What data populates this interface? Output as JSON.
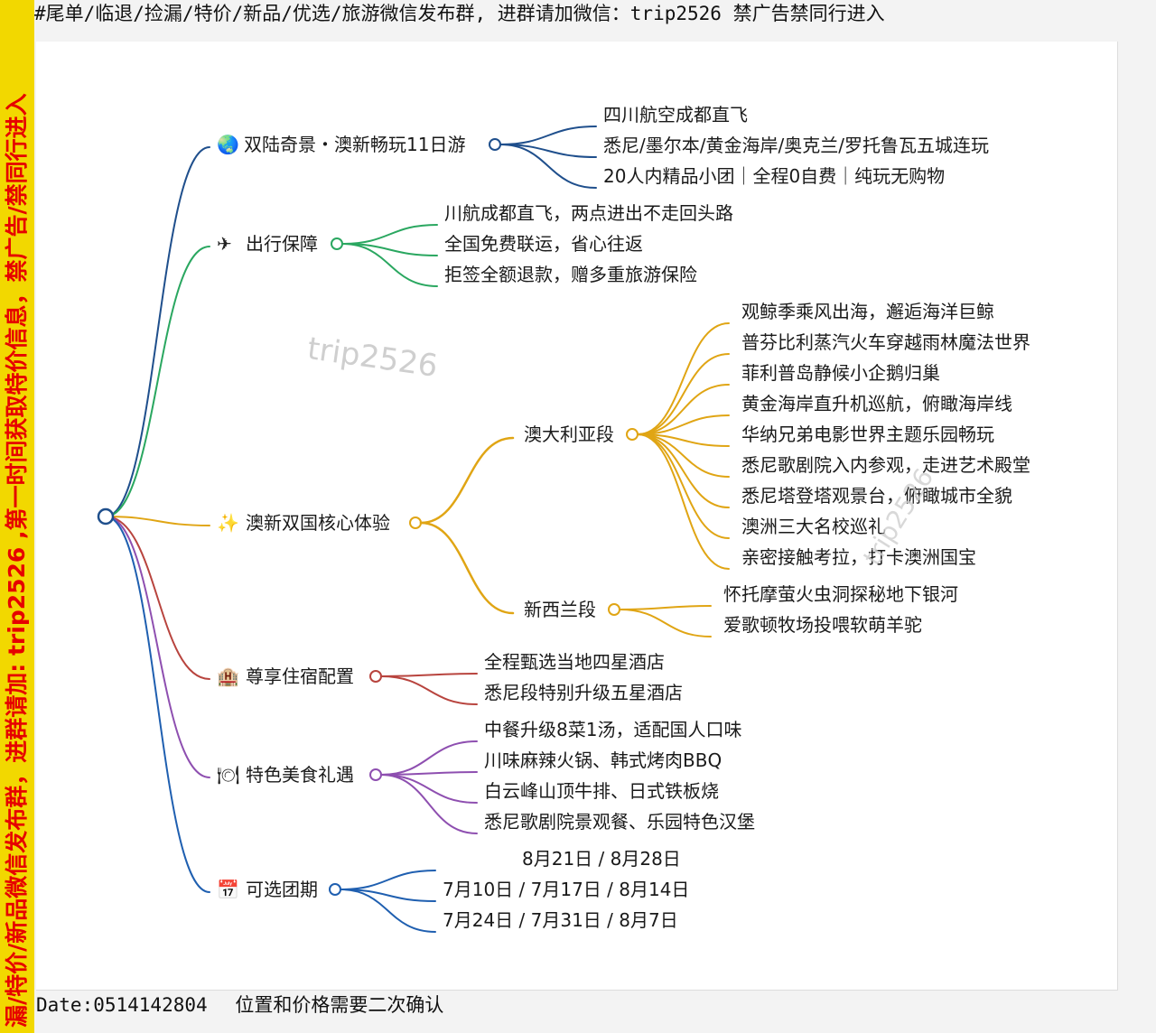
{
  "banner_top": "#尾单/临退/捡漏/特价/新品/优选/旅游微信发布群, 进群请加微信：trip2526 禁广告禁同行进入",
  "banner_side": "漏/特价/新品微信发布群，进群请加: trip2526 ,第一时间获取特价信息，禁广告/禁同行进入",
  "watermarks": [
    "trip2526",
    "trip2526"
  ],
  "footer": {
    "date": "Date:0514142804",
    "note": "位置和价格需要二次确认"
  },
  "mindmap": {
    "branches": [
      {
        "id": "b1",
        "icon": "globe-icon",
        "glyph": "🌏",
        "label": "双陆奇景・澳新畅玩11日游",
        "color": "#1f4f8c",
        "children": [
          "四川航空成都直飞",
          "悉尼/墨尔本/黄金海岸/奥克兰/罗托鲁瓦五城连玩",
          "20人内精品小团｜全程0自费｜纯玩无购物"
        ]
      },
      {
        "id": "b2",
        "icon": "airplane-icon",
        "glyph": "✈",
        "label": "出行保障",
        "color": "#2aa760",
        "children": [
          "川航成都直飞，两点进出不走回头路",
          "全国免费联运，省心往返",
          "拒签全额退款，赠多重旅游保险"
        ]
      },
      {
        "id": "b3",
        "icon": "sparkles-icon",
        "glyph": "✨",
        "label": "澳新双国核心体验",
        "color": "#e0a514",
        "subgroups": [
          {
            "label": "澳大利亚段",
            "children": [
              "观鲸季乘风出海，邂逅海洋巨鲸",
              "普芬比利蒸汽火车穿越雨林魔法世界",
              "菲利普岛静候小企鹅归巢",
              "黄金海岸直升机巡航，俯瞰海岸线",
              "华纳兄弟电影世界主题乐园畅玩",
              "悉尼歌剧院入内参观，走进艺术殿堂",
              "悉尼塔登塔观景台，俯瞰城市全貌",
              "澳洲三大名校巡礼",
              "亲密接触考拉，打卡澳洲国宝"
            ]
          },
          {
            "label": "新西兰段",
            "children": [
              "怀托摩萤火虫洞探秘地下银河",
              "爱歌顿牧场投喂软萌羊驼"
            ]
          }
        ]
      },
      {
        "id": "b4",
        "icon": "hotel-icon",
        "glyph": "🏨",
        "label": "尊享住宿配置",
        "color": "#b8443e",
        "children": [
          "全程甄选当地四星酒店",
          "悉尼段特别升级五星酒店"
        ]
      },
      {
        "id": "b5",
        "icon": "dining-icon",
        "glyph": "🍽",
        "label": "特色美食礼遇",
        "color": "#8e4fb0",
        "children": [
          "中餐升级8菜1汤，适配国人口味",
          "川味麻辣火锅、韩式烤肉BBQ",
          "白云峰山顶牛排、日式铁板烧",
          "悉尼歌剧院景观餐、乐园特色汉堡"
        ]
      },
      {
        "id": "b6",
        "icon": "calendar-icon",
        "glyph": "📅",
        "label": "可选团期",
        "color": "#1f5fb0",
        "children": [
          "8月21日 / 8月28日",
          "7月10日 / 7月17日 / 8月14日",
          "7月24日 / 7月31日 / 8月7日"
        ]
      }
    ]
  }
}
